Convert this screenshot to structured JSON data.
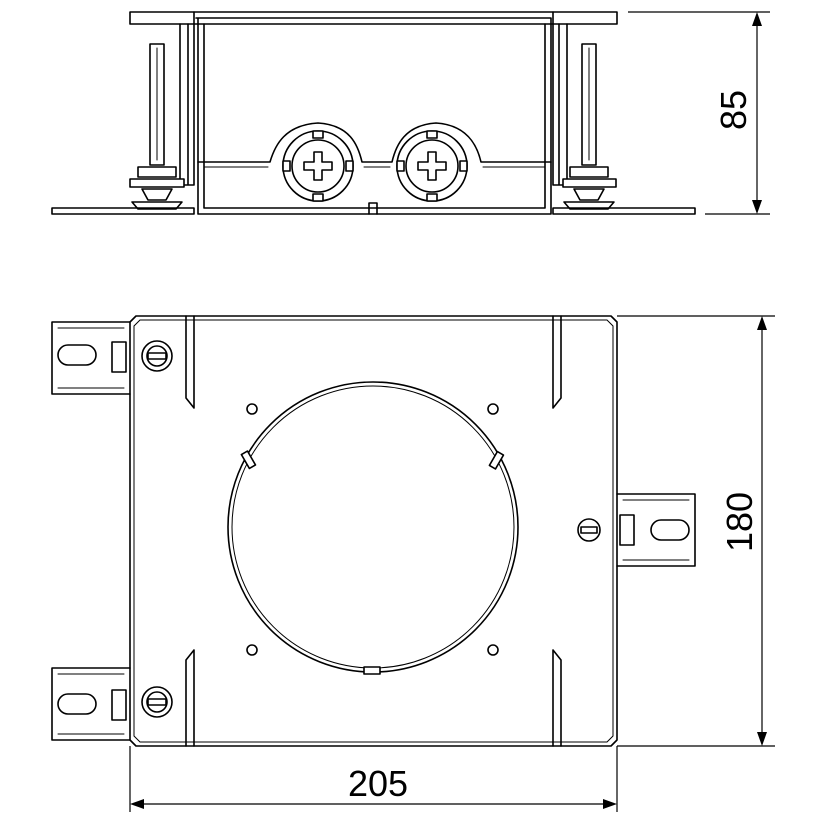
{
  "dimensions": {
    "height": "85",
    "depth": "180",
    "width": "205"
  },
  "colors": {
    "line": "#000000",
    "background": "#ffffff"
  }
}
